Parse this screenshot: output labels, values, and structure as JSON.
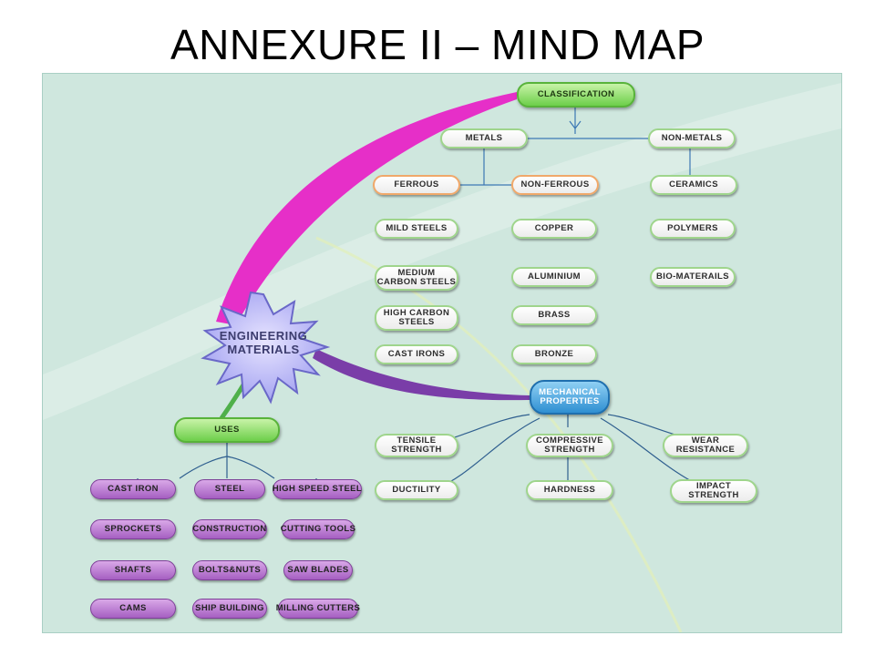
{
  "slide": {
    "title": "ANNEXURE II – MIND MAP"
  },
  "mindmap": {
    "center": "ENGINEERING MATERIALS",
    "classification": {
      "label": "CLASSIFICATION",
      "metals": "METALS",
      "non_metals": "NON-METALS",
      "ferrous": {
        "label": "FERROUS",
        "items": [
          "MILD STEELS",
          "MEDIUM CARBON STEELS",
          "HIGH CARBON STEELS",
          "CAST IRONS"
        ]
      },
      "non_ferrous": {
        "label": "NON-FERROUS",
        "items": [
          "COPPER",
          "ALUMINIUM",
          "BRASS",
          "BRONZE"
        ]
      },
      "non_metal_items": [
        "CERAMICS",
        "POLYMERS",
        "BIO-MATERAILS"
      ]
    },
    "mechanical": {
      "label": "MECHANICAL PROPERTIES",
      "items": [
        "TENSILE STRENGTH",
        "COMPRESSIVE STRENGTH",
        "WEAR RESISTANCE",
        "DUCTILITY",
        "HARDNESS",
        "IMPACT STRENGTH"
      ]
    },
    "uses": {
      "label": "USES",
      "columns": [
        [
          "CAST IRON",
          "SPROCKETS",
          "SHAFTS",
          "CAMS"
        ],
        [
          "STEEL",
          "CONSTRUCTION",
          "BOLTS&NUTS",
          "SHIP BUILDING"
        ],
        [
          "HIGH SPEED STEEL",
          "CUTTING TOOLS",
          "SAW BLADES",
          "MILLING CUTTERS"
        ]
      ]
    }
  }
}
